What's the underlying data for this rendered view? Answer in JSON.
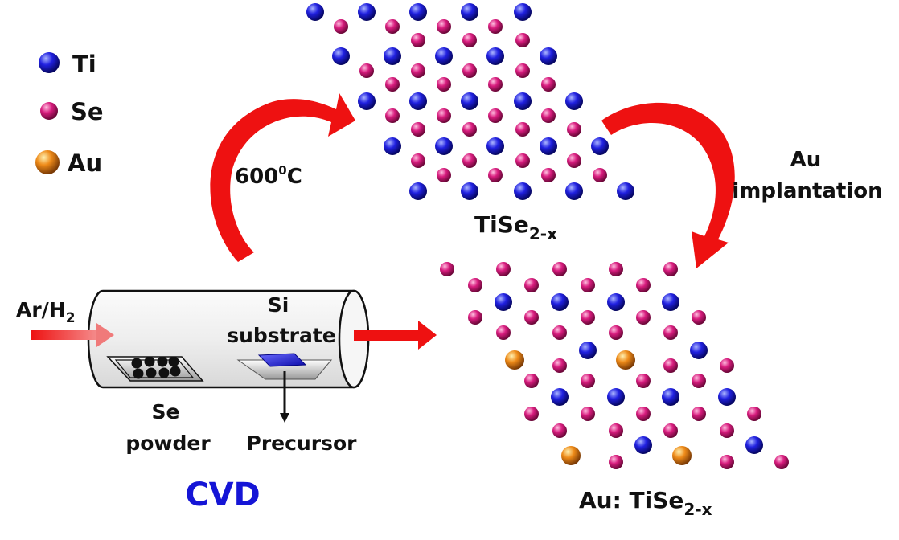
{
  "legend": [
    {
      "element": "Ti",
      "label": "Ti",
      "color": "#1a1adb"
    },
    {
      "element": "Se",
      "label": "Se",
      "color": "#d11a7a"
    },
    {
      "element": "Au",
      "label": "Au",
      "color": "#e8861a"
    }
  ],
  "labels": {
    "temperature_value": "600",
    "temperature_sup": "0",
    "temperature_unit": "C",
    "implantation_line1": "Au",
    "implantation_line2": "implantation",
    "tise_main": "TiSe",
    "tise_sub": "2-x",
    "au_tise_main": "Au: TiSe",
    "au_tise_sub": "2-x",
    "gas_main": "Ar/H",
    "gas_sub": "2",
    "si_line1": "Si",
    "si_line2": "substrate",
    "se_line1": "Se",
    "se_line2": "powder",
    "precursor": "Precursor",
    "method": "CVD"
  },
  "colors": {
    "ti": "#1a1adb",
    "se": "#d11a7a",
    "au": "#e8861a",
    "arrow": "#ee1111",
    "method_text": "#1515d6"
  }
}
